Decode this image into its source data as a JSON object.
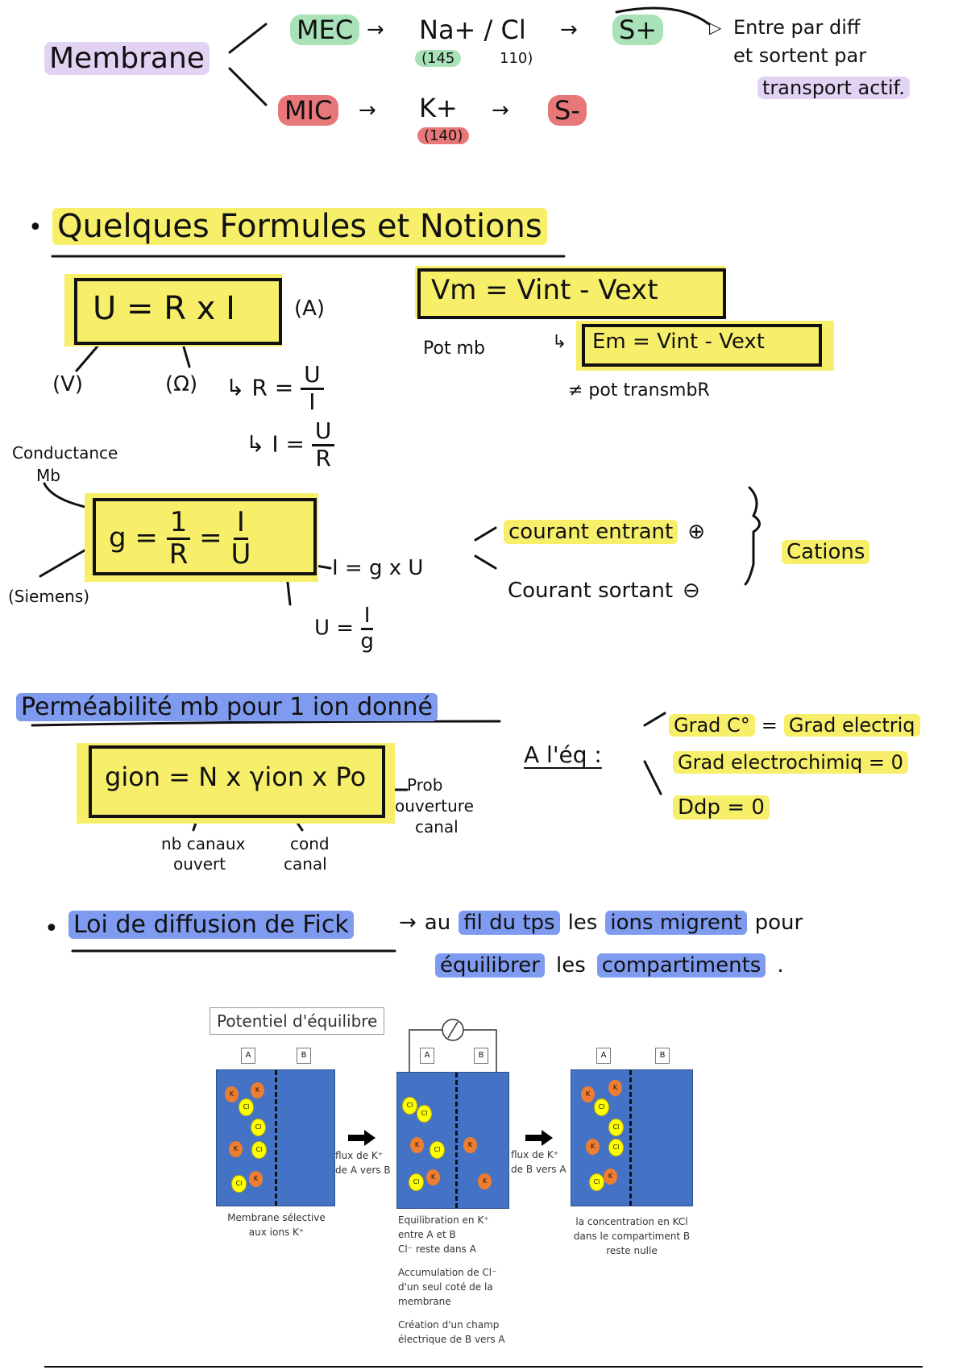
{
  "top": {
    "membrane": "Membrane",
    "mec": "MEC",
    "na_cl": "Na+ / Cl",
    "na_conc": "(145",
    "cl_conc": "110)",
    "s_plus": "S+",
    "mic": "MIC",
    "k": "K+",
    "k_conc": "(140)",
    "s_minus": "S-",
    "note_line1": "Entre par diff",
    "note_line2": "et sortent par",
    "note_line3": "transport actif."
  },
  "formulas": {
    "title": "Quelques Formules et Notions",
    "ohm": "U = R x I",
    "amp": "(A)",
    "volt": "(V)",
    "ohm_unit": "(Ω)",
    "r_lhs": "R =",
    "r_num": "U",
    "r_den": "I",
    "i_lhs": "I =",
    "i_num": "U",
    "i_den": "R",
    "vm": "Vm = Vint - Vext",
    "pot_mb": "Pot mb",
    "em": "Em = Vint - Vext",
    "transmb": "≠ pot transmbR",
    "conductance": "Conductance",
    "mb": "Mb",
    "g_lhs": "g =",
    "g1_num": "1",
    "g1_den": "R",
    "g2_num": "I",
    "g2_den": "U",
    "siemens": "(Siemens)",
    "i_gu": "I = g x U",
    "u_lhs": "U =",
    "u_num": "I",
    "u_den": "g",
    "entrant": "courant entrant",
    "entrant_sign": "⊕",
    "sortant": "Courant sortant",
    "sortant_sign": "⊖",
    "cations": "Cations"
  },
  "permeability": {
    "title": "Perméabilité mb pour 1 ion donné",
    "formula": "gion = N x γion x Po",
    "prob1": "Prob",
    "prob2": "ouverture",
    "prob3": "canal",
    "nb1": "nb canaux",
    "nb2": "ouvert",
    "cond1": "cond",
    "cond2": "canal",
    "eq": "A l'éq :",
    "grad1_a": "Grad C°",
    "grad1_eq": "=",
    "grad1_b": "Grad electriq",
    "grad2": "Grad electrochimiq = 0",
    "ddp": "Ddp = 0"
  },
  "fick": {
    "title": "Loi de diffusion de Fick",
    "arrow": "→",
    "t1": "au",
    "t2": "fil du tps",
    "t3": "les",
    "t4": "ions migrent",
    "t5": "pour",
    "t6": "équilibrer",
    "t7": "les",
    "t8": "compartiments",
    "t9": "."
  },
  "diagram": {
    "title": "Potentiel d'équilibre",
    "a": "A",
    "b": "B",
    "flux1_l1": "flux de K⁺",
    "flux1_l2": "de A vers B",
    "flux2_l1": "flux de K⁺",
    "flux2_l2": "de B vers A",
    "cap1": [
      "Membrane sélective",
      "aux ions K⁺"
    ],
    "cap2": [
      "Equilibration en K⁺",
      "entre A et B",
      "Cl⁻ reste dans A"
    ],
    "cap2b": [
      "Accumulation de Cl⁻",
      "d'un seul coté de la",
      "membrane"
    ],
    "cap2c": [
      "Création d'un champ",
      "électrique de B vers A"
    ],
    "cap3": [
      "la concentration en KCl",
      "dans le compartiment B",
      "reste nulle"
    ],
    "k_label": "K",
    "cl_label": "Cl"
  },
  "colors": {
    "yellow": "#f7ef6a",
    "green": "#a9e2b8",
    "red": "#e8777a",
    "blue": "#7f9bf0",
    "tank": "#4472c4"
  }
}
